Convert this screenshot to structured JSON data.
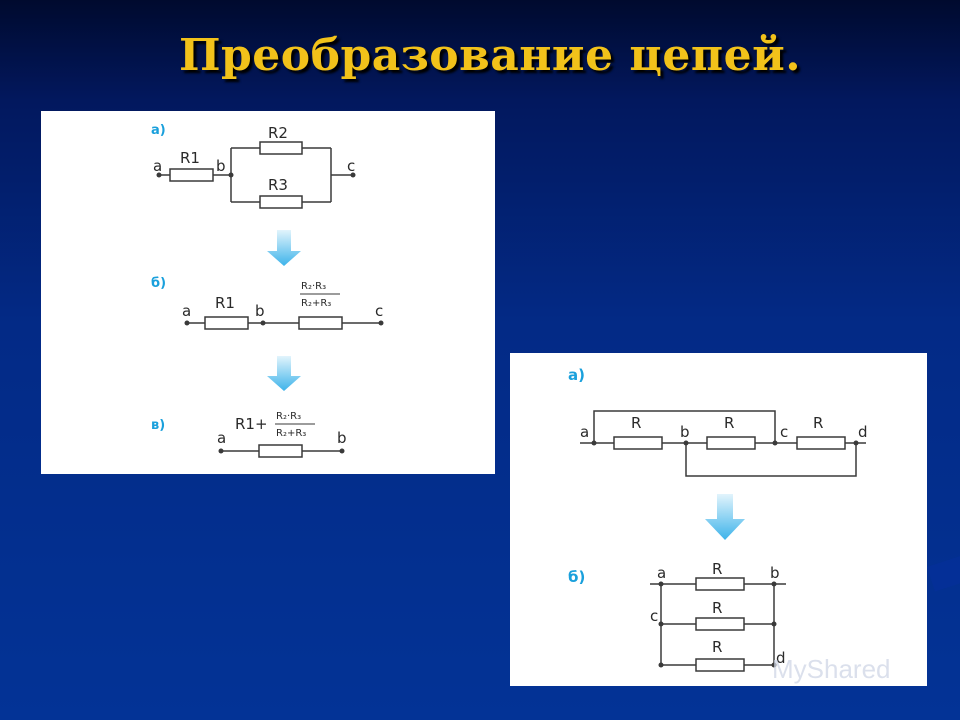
{
  "title": "Преобразование цепей.",
  "colors": {
    "title": "#f2c21a",
    "background": "#032a86",
    "step_label": "#1aa0dc",
    "arrow": "#3db3ea"
  },
  "diagram1": {
    "a": {
      "step": "а)",
      "node_a": "a",
      "node_b": "b",
      "node_c": "c",
      "r1": "R1",
      "r2": "R2",
      "r3": "R3"
    },
    "b": {
      "step": "б)",
      "node_a": "a",
      "node_b": "b",
      "node_c": "c",
      "r1": "R1",
      "frac_num": "R₂·R₃",
      "frac_den": "R₂+R₃"
    },
    "c": {
      "step": "в)",
      "node_a": "a",
      "node_b": "b",
      "prefix": "R1+",
      "frac_num": "R₂·R₃",
      "frac_den": "R₂+R₃"
    }
  },
  "diagram2": {
    "a": {
      "step": "а)",
      "node_a": "a",
      "node_b": "b",
      "node_c": "c",
      "node_d": "d",
      "r": "R"
    },
    "b": {
      "step": "б)",
      "node_a": "a",
      "node_b": "b",
      "node_c": "c",
      "node_d": "d",
      "r": "R"
    }
  },
  "watermark": "MyShared"
}
